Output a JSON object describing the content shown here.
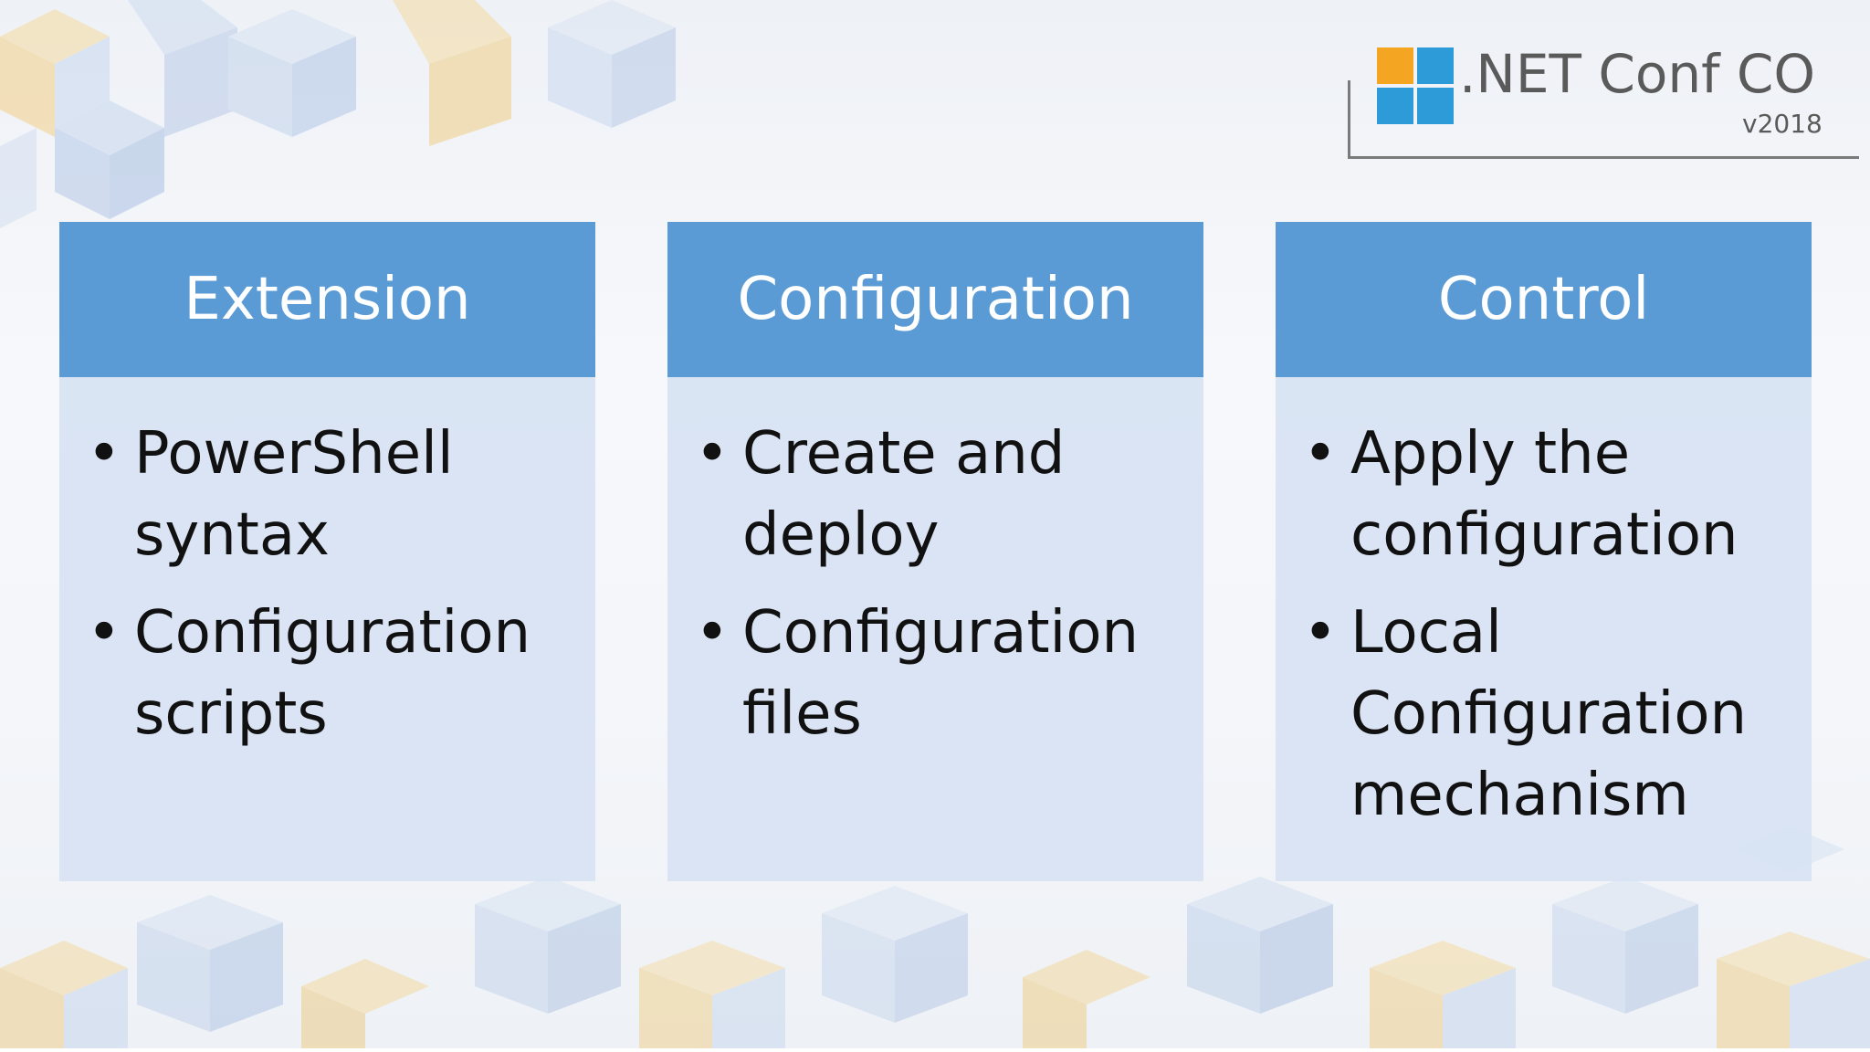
{
  "logo": {
    "title": ".NET Conf CO",
    "version": "v2018",
    "colors": [
      "#f4a623",
      "#2d9bd8",
      "#2d9bd8",
      "#2d9bd8"
    ]
  },
  "columns": [
    {
      "title": "Extension",
      "items": [
        "PowerShell syntax",
        "Configuration scripts"
      ]
    },
    {
      "title": "Configuration",
      "items": [
        "Create and deploy",
        "Configuration files"
      ]
    },
    {
      "title": "Control",
      "items": [
        "Apply the configuration",
        "Local Configuration mechanism"
      ]
    }
  ],
  "bullet": "•",
  "colors": {
    "header": "#5b9bd5",
    "body": "#d6e1f2",
    "header_text": "#ffffff",
    "body_text": "#111111"
  }
}
